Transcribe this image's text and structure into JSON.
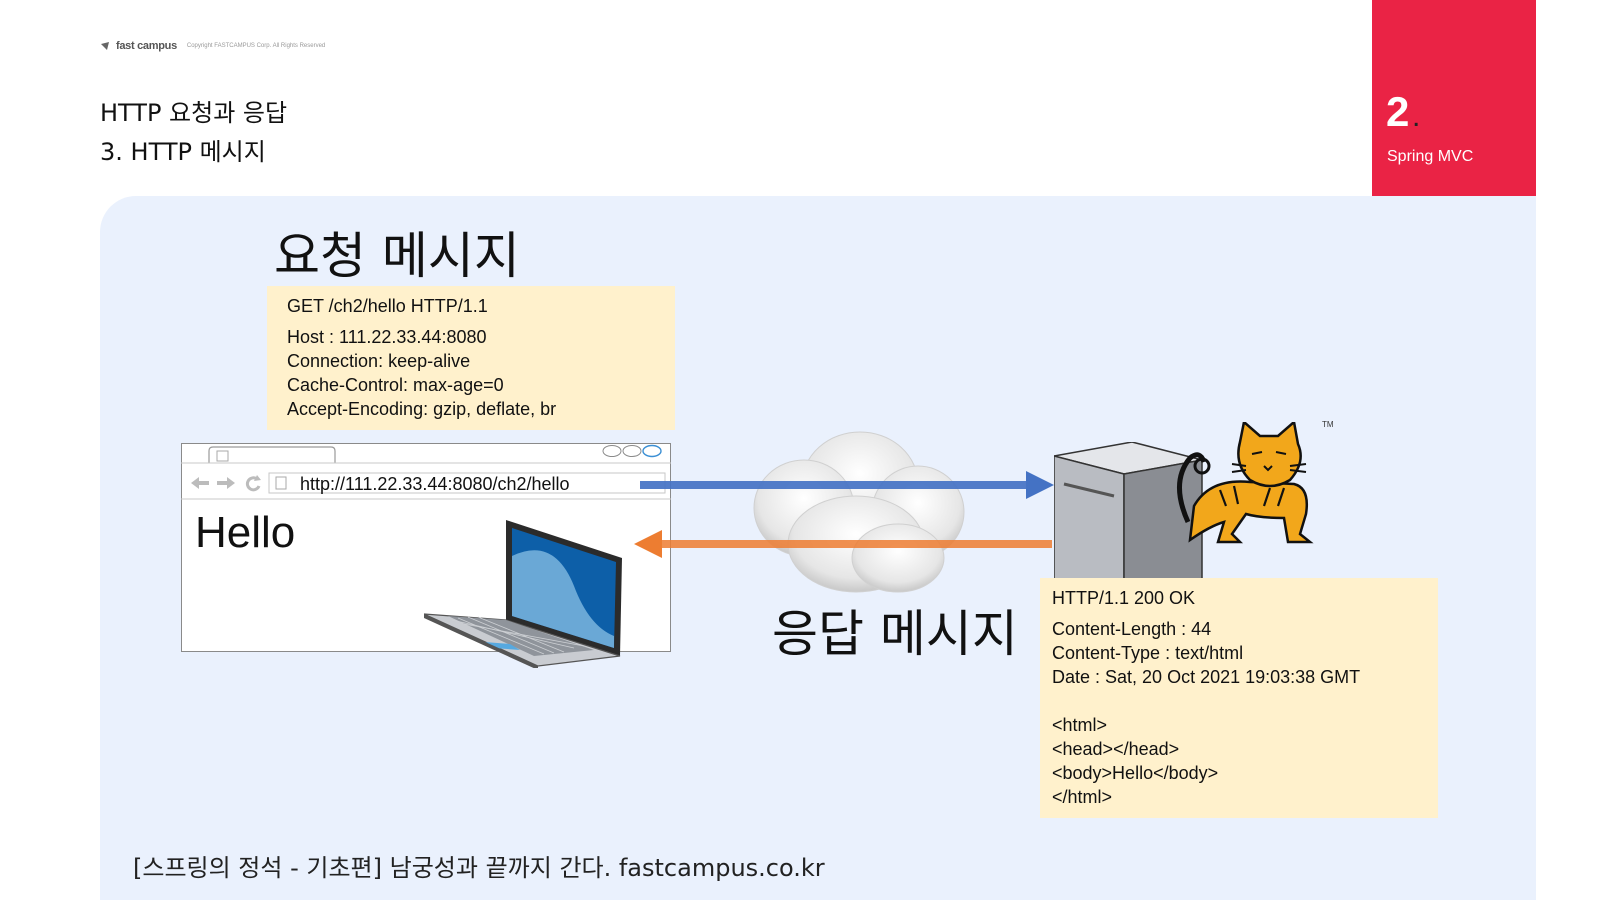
{
  "header": {
    "brand": "fast campus",
    "copyright": "Copyright FASTCAMPUS Corp. All Rights Reserved",
    "title_line1": "HTTP 요청과 응답",
    "title_line2": "3. HTTP 메시지"
  },
  "banner": {
    "number": "2",
    "dot": ".",
    "subtitle": "Spring MVC",
    "color": "#ea2345"
  },
  "request": {
    "label": "요청 메시지",
    "start_line": "GET /ch2/hello HTTP/1.1",
    "headers": [
      "Host : 111.22.33.44:8080",
      "Connection: keep-alive",
      "Cache-Control: max-age=0",
      "Accept-Encoding: gzip, deflate, br"
    ]
  },
  "browser": {
    "url": "http://111.22.33.44:8080/ch2/hello",
    "content": "Hello"
  },
  "response": {
    "label": "응답 메시지",
    "status_line": "HTTP/1.1 200 OK",
    "headers": [
      "Content-Length : 44",
      "Content-Type : text/html",
      "Date : Sat, 20 Oct 2021 19:03:38 GMT"
    ],
    "body": [
      "<html>",
      "<head></head>",
      "<body>Hello</body>",
      "</html>"
    ]
  },
  "icons": {
    "tomcat": "tomcat-cat-icon",
    "tm": "TM",
    "server": "server-icon",
    "laptop": "laptop-icon",
    "cloud": "cloud-icon"
  },
  "colors": {
    "request_arrow": "#4472c4",
    "response_arrow": "#ed7d31",
    "message_box": "#fff1cc",
    "panel": "#eaf1fd"
  },
  "footer": {
    "text": "[스프링의 정석 - 기초편] 남궁성과 끝까지 간다.  fastcampus.co.kr"
  }
}
